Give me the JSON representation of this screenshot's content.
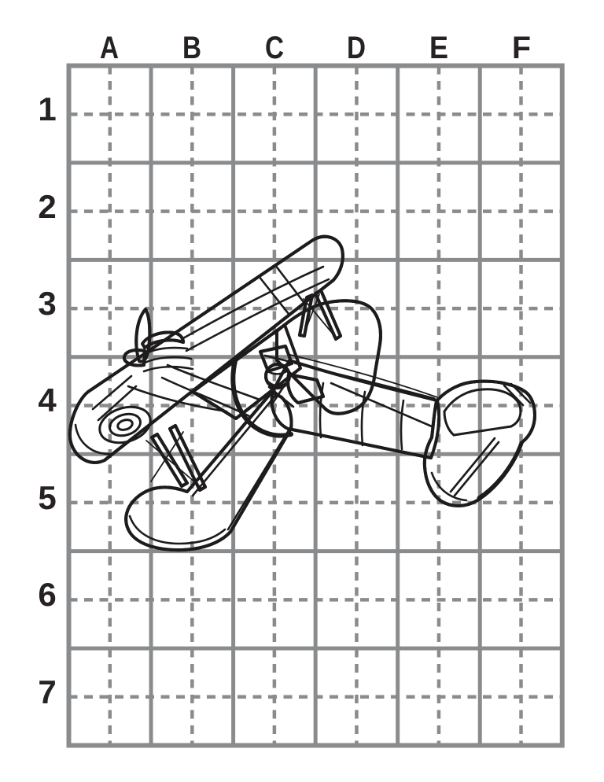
{
  "worksheet": {
    "type": "grid-drawing-worksheet",
    "subject": "biplane-line-art",
    "grid": {
      "column_labels": [
        "A",
        "B",
        "C",
        "D",
        "E",
        "F"
      ],
      "row_labels": [
        "1",
        "2",
        "3",
        "4",
        "5",
        "6",
        "7"
      ],
      "columns": 6,
      "rows": 7
    },
    "colors": {
      "grid_line": "#8a8b8d",
      "grid_line_over_drawing": "#d9dadb",
      "label_ink": "#262123",
      "drawing_ink": "#1d1b1b",
      "paper": "#ffffff"
    }
  }
}
